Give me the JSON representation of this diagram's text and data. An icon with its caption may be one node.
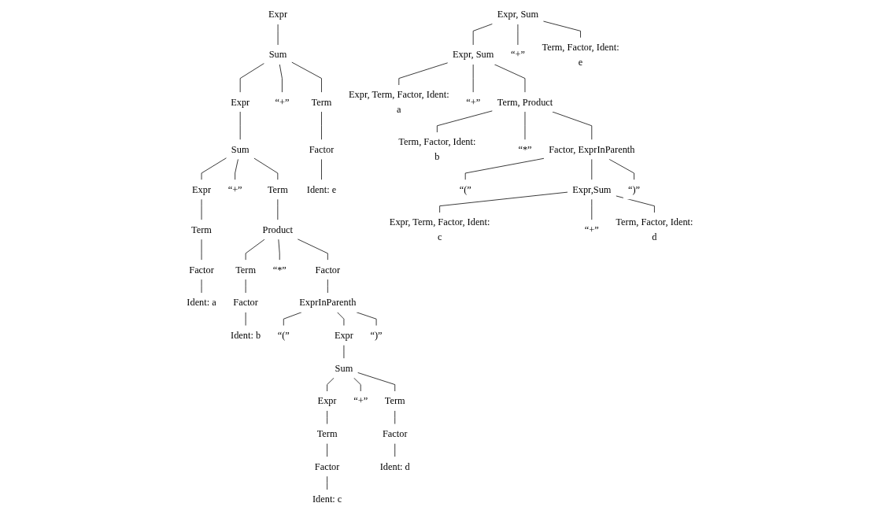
{
  "diagram": {
    "nodes": [
      {
        "text": [
          "Expr"
        ]
      },
      {
        "text": [
          "Sum"
        ]
      },
      {
        "text": [
          "Expr"
        ]
      },
      {
        "text": [
          "“+”"
        ]
      },
      {
        "text": [
          "Term"
        ]
      },
      {
        "text": [
          "Sum"
        ]
      },
      {
        "text": [
          "Expr"
        ]
      },
      {
        "text": [
          "“+”"
        ]
      },
      {
        "text": [
          "Term"
        ]
      },
      {
        "text": [
          "Term"
        ]
      },
      {
        "text": [
          "Factor"
        ]
      },
      {
        "text": [
          "Ident: a"
        ]
      },
      {
        "text": [
          "Product"
        ]
      },
      {
        "text": [
          "Term"
        ]
      },
      {
        "text": [
          "“*”"
        ]
      },
      {
        "text": [
          "Factor"
        ]
      },
      {
        "text": [
          "Factor"
        ]
      },
      {
        "text": [
          "Ident: b"
        ]
      },
      {
        "text": [
          "ExprInParenth"
        ]
      },
      {
        "text": [
          "“(”"
        ]
      },
      {
        "text": [
          "Expr"
        ]
      },
      {
        "text": [
          "“)”"
        ]
      },
      {
        "text": [
          "Sum"
        ]
      },
      {
        "text": [
          "Expr"
        ]
      },
      {
        "text": [
          "“+”"
        ]
      },
      {
        "text": [
          "Term"
        ]
      },
      {
        "text": [
          "Term"
        ]
      },
      {
        "text": [
          "Factor"
        ]
      },
      {
        "text": [
          "Ident: c"
        ]
      },
      {
        "text": [
          "Factor"
        ]
      },
      {
        "text": [
          "Ident: d"
        ]
      },
      {
        "text": [
          "Factor"
        ]
      },
      {
        "text": [
          "Ident: e"
        ]
      },
      {
        "text": [
          "Expr, Sum"
        ]
      },
      {
        "text": [
          "Expr, Sum"
        ]
      },
      {
        "text": [
          "“+”"
        ]
      },
      {
        "text": [
          "Term, Factor, Ident:",
          "e"
        ]
      },
      {
        "text": [
          "Expr, Term, Factor, Ident:",
          "a"
        ]
      },
      {
        "text": [
          "“+”"
        ]
      },
      {
        "text": [
          "Term, Product"
        ]
      },
      {
        "text": [
          "Term, Factor, Ident:",
          "b"
        ]
      },
      {
        "text": [
          "“*”"
        ]
      },
      {
        "text": [
          "Factor, ExprInParenth"
        ]
      },
      {
        "text": [
          "“(”"
        ]
      },
      {
        "text": [
          "Expr,Sum"
        ]
      },
      {
        "text": [
          "“)”"
        ]
      },
      {
        "text": [
          "Expr, Term, Factor, Ident:",
          "c"
        ]
      },
      {
        "text": [
          "“+”"
        ]
      },
      {
        "text": [
          "Term, Factor, Ident:",
          "d"
        ]
      }
    ],
    "edges": [
      {
        "from": 0,
        "to": 1,
        "arrow": "none"
      },
      {
        "from": 1,
        "to": 2,
        "arrow": "none"
      },
      {
        "from": 1,
        "to": 3,
        "arrow": "none"
      },
      {
        "from": 1,
        "to": 4,
        "arrow": "none"
      },
      {
        "from": 2,
        "to": 5,
        "arrow": "none"
      },
      {
        "from": 4,
        "to": 31,
        "arrow": "none"
      },
      {
        "from": 5,
        "to": 6,
        "arrow": "none"
      },
      {
        "from": 5,
        "to": 7,
        "arrow": "none"
      },
      {
        "from": 5,
        "to": 8,
        "arrow": "none"
      },
      {
        "from": 31,
        "to": 32,
        "arrow": "none"
      },
      {
        "from": 6,
        "to": 9,
        "arrow": "none"
      },
      {
        "from": 8,
        "to": 12,
        "arrow": "none"
      },
      {
        "from": 9,
        "to": 10,
        "arrow": "none"
      },
      {
        "from": 12,
        "to": 13,
        "arrow": "none"
      },
      {
        "from": 12,
        "to": 14,
        "arrow": "none"
      },
      {
        "from": 12,
        "to": 15,
        "arrow": "none"
      },
      {
        "from": 10,
        "to": 11,
        "arrow": "none"
      },
      {
        "from": 13,
        "to": 16,
        "arrow": "none"
      },
      {
        "from": 15,
        "to": 18,
        "arrow": "none"
      },
      {
        "from": 16,
        "to": 17,
        "arrow": "none"
      },
      {
        "from": 18,
        "to": 19,
        "arrow": "none"
      },
      {
        "from": 18,
        "to": 20,
        "arrow": "none"
      },
      {
        "from": 18,
        "to": 21,
        "arrow": "none"
      },
      {
        "from": 20,
        "to": 22,
        "arrow": "none"
      },
      {
        "from": 22,
        "to": 23,
        "arrow": "none"
      },
      {
        "from": 22,
        "to": 24,
        "arrow": "none"
      },
      {
        "from": 22,
        "to": 25,
        "arrow": "none"
      },
      {
        "from": 23,
        "to": 26,
        "arrow": "none"
      },
      {
        "from": 25,
        "to": 29,
        "arrow": "none"
      },
      {
        "from": 26,
        "to": 27,
        "arrow": "none"
      },
      {
        "from": 29,
        "to": 30,
        "arrow": "none"
      },
      {
        "from": 27,
        "to": 28,
        "arrow": "none"
      },
      {
        "from": 33,
        "to": 34,
        "arrow": "none"
      },
      {
        "from": 33,
        "to": 35,
        "arrow": "none"
      },
      {
        "from": 33,
        "to": 36,
        "arrow": "none"
      },
      {
        "from": 34,
        "to": 37,
        "arrow": "none"
      },
      {
        "from": 34,
        "to": 38,
        "arrow": "none"
      },
      {
        "from": 34,
        "to": 39,
        "arrow": "none"
      },
      {
        "from": 39,
        "to": 40,
        "arrow": "none"
      },
      {
        "from": 39,
        "to": 41,
        "arrow": "none"
      },
      {
        "from": 39,
        "to": 42,
        "arrow": "none"
      },
      {
        "from": 42,
        "to": 43,
        "arrow": "none"
      },
      {
        "from": 42,
        "to": 44,
        "arrow": "none"
      },
      {
        "from": 42,
        "to": 45,
        "arrow": "none"
      },
      {
        "from": 44,
        "to": 46,
        "arrow": "none"
      },
      {
        "from": 44,
        "to": 47,
        "arrow": "none"
      },
      {
        "from": 44,
        "to": 48,
        "arrow": "none"
      }
    ]
  }
}
